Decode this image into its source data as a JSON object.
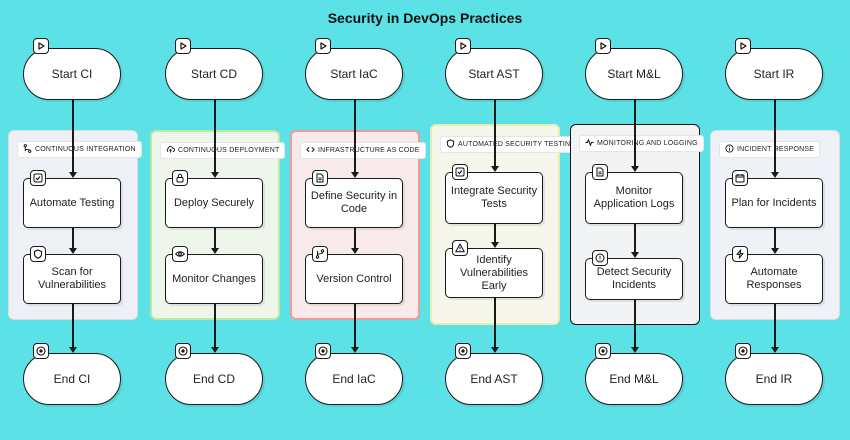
{
  "title": "Security in DevOps Practices",
  "columns": [
    {
      "id": "ci",
      "start": "Start CI",
      "end": "End CI",
      "group": "CONTINUOUS INTEGRATION",
      "group_icon": "git-branch-icon",
      "steps": [
        {
          "label": "Automate Testing",
          "icon": "checkbox-icon"
        },
        {
          "label": "Scan for Vulnerabilities",
          "icon": "shield-icon"
        }
      ]
    },
    {
      "id": "cd",
      "start": "Start CD",
      "end": "End CD",
      "group": "CONTINUOUS DEPLOYMENT",
      "group_icon": "cloud-upload-icon",
      "steps": [
        {
          "label": "Deploy Securely",
          "icon": "lock-icon"
        },
        {
          "label": "Monitor Changes",
          "icon": "eye-icon"
        }
      ]
    },
    {
      "id": "iac",
      "start": "Start IaC",
      "end": "End IaC",
      "group": "INFRASTRUCTURE AS CODE",
      "group_icon": "code-icon",
      "steps": [
        {
          "label": "Define Security in Code",
          "icon": "document-icon"
        },
        {
          "label": "Version Control",
          "icon": "git-icon"
        }
      ]
    },
    {
      "id": "ast",
      "start": "Start AST",
      "end": "End AST",
      "group": "AUTOMATED SECURITY TESTING",
      "group_icon": "shield-icon",
      "steps": [
        {
          "label": "Integrate Security Tests",
          "icon": "checkbox-icon"
        },
        {
          "label": "Identify Vulnerabilities Early",
          "icon": "warning-icon"
        }
      ]
    },
    {
      "id": "ml",
      "start": "Start M&L",
      "end": "End M&L",
      "group": "MONITORING AND LOGGING",
      "group_icon": "activity-icon",
      "steps": [
        {
          "label": "Monitor Application Logs",
          "icon": "document-icon"
        },
        {
          "label": "Detect Security Incidents",
          "icon": "alert-circle-icon"
        }
      ]
    },
    {
      "id": "ir",
      "start": "Start IR",
      "end": "End IR",
      "group": "INCIDENT RESPONSE",
      "group_icon": "info-icon",
      "steps": [
        {
          "label": "Plan for Incidents",
          "icon": "calendar-icon"
        },
        {
          "label": "Automate Responses",
          "icon": "lightning-icon"
        }
      ]
    }
  ],
  "start_icon": "play-icon",
  "end_icon": "stop-circle-icon"
}
